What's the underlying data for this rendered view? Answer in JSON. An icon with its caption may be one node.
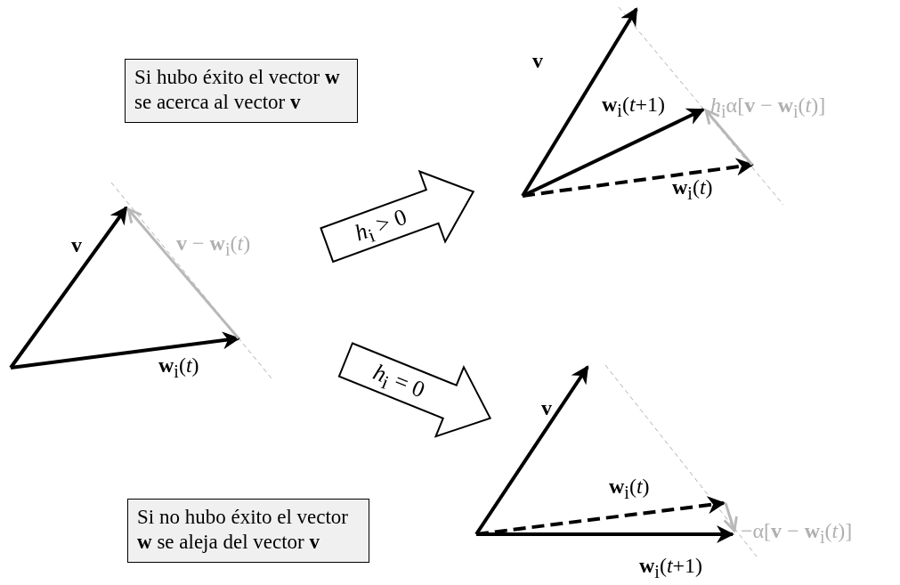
{
  "diagram": {
    "nodes": [
      {
        "text": [
          "Si hubo éxito el vector **w** se acerca al vector **v**"
        ]
      },
      {
        "text": [
          "*h*$_{i}$ > 0"
        ]
      },
      {
        "text": [
          "*h*$_{i}$ = 0"
        ]
      },
      {
        "text": [
          "Si no hubo éxito el vector **w** se aleja del vector **v**"
        ]
      }
    ],
    "labels": [
      "**v**",
      "**w**$_{i}$(*t*+1)",
      "*h*$_{i}$α[**v** − **w**$_{i}$(*t*)]",
      "**w**$_{i}$(*t*)",
      "**v**",
      "**v** − **w**$_{i}$(*t*)",
      "**w**$_{i}$(*t*)",
      "**v**",
      "**w**$_{i}$(*t*)",
      "−α[**v** − **w**$_{i}$(*t*)]",
      "**w**$_{i}$(*t*+1)"
    ]
  }
}
